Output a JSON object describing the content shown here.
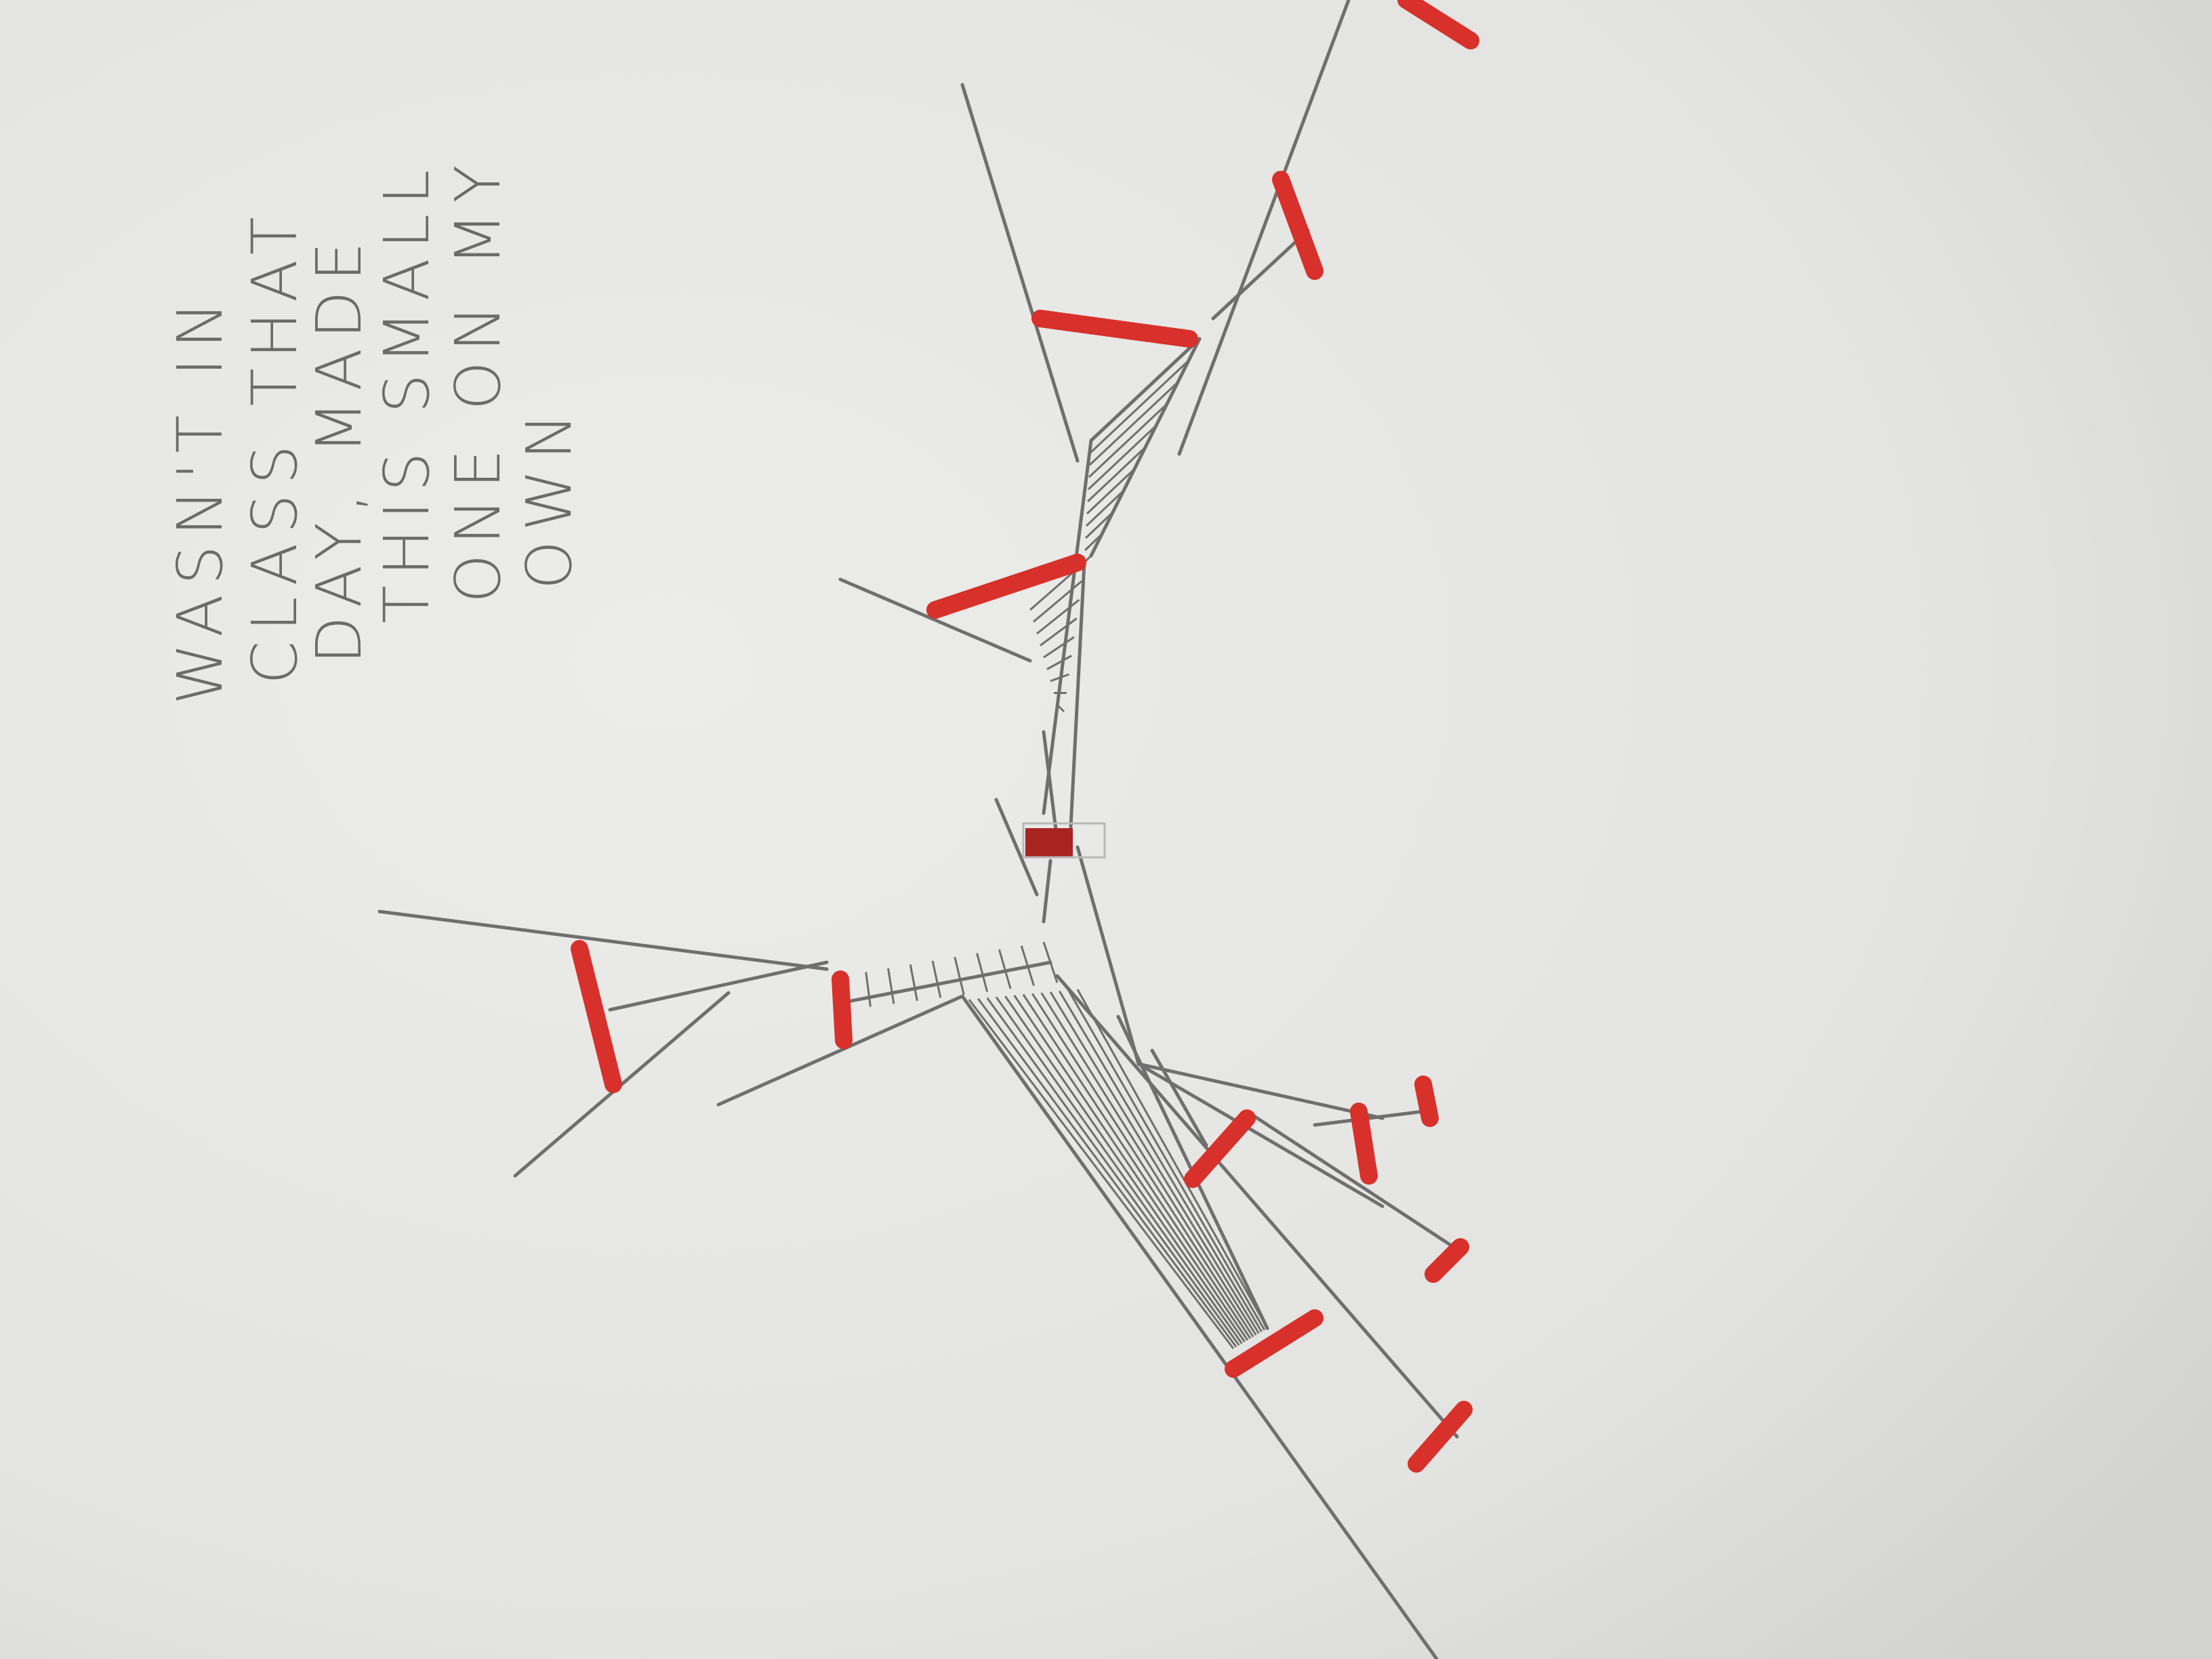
{
  "sketch": {
    "subject": "pencil sketch of an angular branching structure with red marker accents",
    "colors": {
      "paper": "#e9e9e7",
      "graphite": "#6f6f6f",
      "graphite_dark": "#4a4a4a",
      "marker_red": "#d8302a",
      "marker_dark": "#a82420"
    }
  },
  "note": {
    "lines": [
      "WASN'T IN",
      "CLASS THAT",
      "DAY, MADE",
      "THIS SMALL",
      "ONE ON MY",
      "OWN"
    ]
  }
}
